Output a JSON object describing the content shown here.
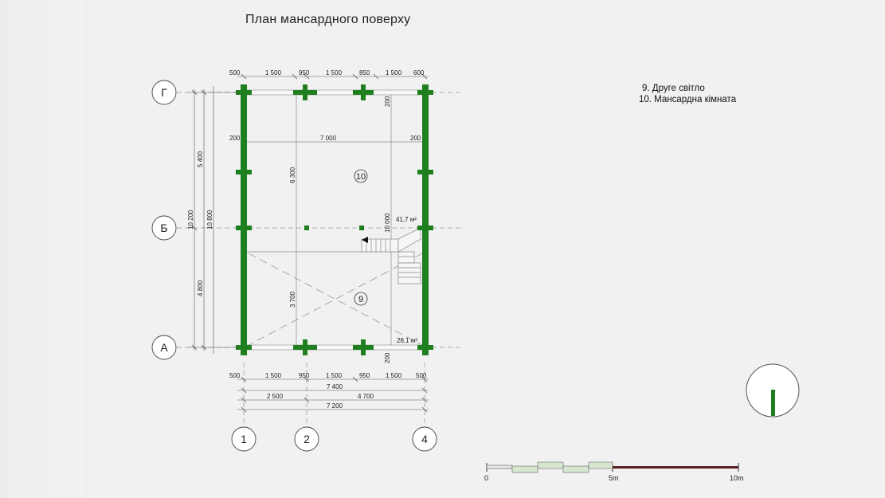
{
  "title": "План мансардного поверху",
  "legend": [
    "9. Друге світло",
    "10. Мансардна кімната"
  ],
  "axes": {
    "rows": [
      "Г",
      "Б",
      "А"
    ],
    "cols": [
      "1",
      "2",
      "4"
    ]
  },
  "rooms": [
    {
      "number": "10",
      "area": "41,7 м²"
    },
    {
      "number": "9",
      "area": "28,1 м²"
    }
  ],
  "dims": {
    "top": [
      "500",
      "1 500",
      "950",
      "1 500",
      "850",
      "1 500",
      "600"
    ],
    "bottom": [
      "500",
      "1 500",
      "950",
      "1 500",
      "950",
      "1 500",
      "500"
    ],
    "total_7400": "7 400",
    "seg_2500": "2 500",
    "seg_4700": "4 700",
    "total_7200": "7 200",
    "left_5400": "5 400",
    "left_4800": "4 800",
    "left_10200": "10 200",
    "left_10800": "10 800",
    "inner_7000": "7 000",
    "inner_200_left": "200",
    "inner_200_right": "200",
    "inner_6300": "6 300",
    "inner_3700": "3 700",
    "inner_10000": "10 000",
    "inner_200_top": "200",
    "inner_200_bottom": "200"
  },
  "scale": {
    "zero": "0",
    "mid": "5m",
    "end": "10m"
  },
  "colors": {
    "wall": "#1e7f1e",
    "line": "#9a9a9a",
    "dim": "#555555"
  }
}
